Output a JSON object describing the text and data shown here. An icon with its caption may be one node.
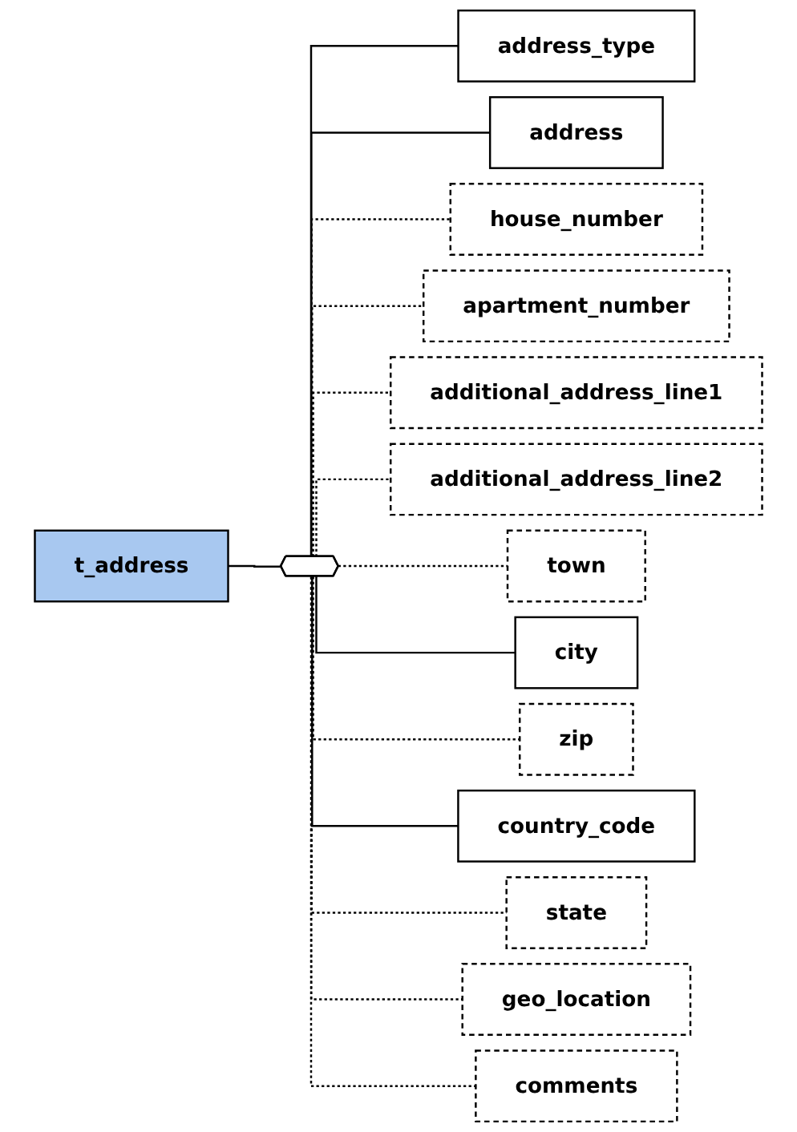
{
  "diagram": {
    "nodes": [
      {
        "text": [
          "t_address"
        ]
      },
      {
        "text": [],
        "shape": "octagon"
      },
      {
        "text": [
          "address_type"
        ]
      },
      {
        "text": [
          "address"
        ]
      },
      {
        "text": [
          "house_number"
        ]
      },
      {
        "text": [
          "apartment_number"
        ]
      },
      {
        "text": [
          "additional_address_line1"
        ]
      },
      {
        "text": [
          "additional_address_line2"
        ]
      },
      {
        "text": [
          "town"
        ]
      },
      {
        "text": [
          "city"
        ]
      },
      {
        "text": [
          "zip"
        ]
      },
      {
        "text": [
          "country_code"
        ]
      },
      {
        "text": [
          "state"
        ]
      },
      {
        "text": [
          "geo_location"
        ]
      },
      {
        "text": [
          "comments"
        ]
      }
    ],
    "edges": [
      {
        "from": 0,
        "to": 1,
        "arrow": "none"
      },
      {
        "from": 1,
        "to": 2,
        "arrow": "none"
      },
      {
        "from": 1,
        "to": 3,
        "arrow": "none"
      },
      {
        "from": 1,
        "to": 4,
        "arrow": "none",
        "style": "dashed"
      },
      {
        "from": 1,
        "to": 5,
        "arrow": "none",
        "style": "dashed"
      },
      {
        "from": 1,
        "to": 6,
        "arrow": "none",
        "style": "dashed"
      },
      {
        "from": 1,
        "to": 7,
        "arrow": "none",
        "style": "dashed"
      },
      {
        "from": 1,
        "to": 8,
        "arrow": "none",
        "style": "dashed"
      },
      {
        "from": 1,
        "to": 9,
        "arrow": "none"
      },
      {
        "from": 1,
        "to": 10,
        "arrow": "none",
        "style": "dashed"
      },
      {
        "from": 1,
        "to": 11,
        "arrow": "none"
      },
      {
        "from": 1,
        "to": 12,
        "arrow": "none",
        "style": "dashed"
      },
      {
        "from": 1,
        "to": 13,
        "arrow": "none",
        "style": "dashed"
      },
      {
        "from": 1,
        "to": 14,
        "arrow": "none",
        "style": "dashed"
      }
    ]
  }
}
